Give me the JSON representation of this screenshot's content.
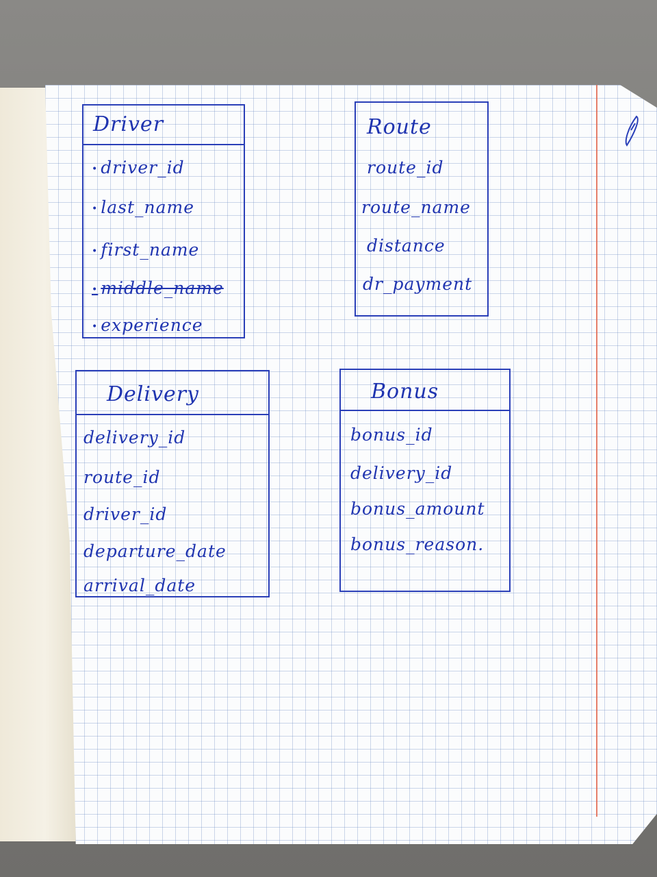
{
  "tables": [
    {
      "title": "Driver",
      "fields": [
        "driver_id",
        "last_name",
        "first_name",
        "middle_name",
        "experience"
      ]
    },
    {
      "title": "Route",
      "fields": [
        "route_id",
        "route_name",
        "distance",
        "dr_payment"
      ]
    },
    {
      "title": "Delivery",
      "fields": [
        "delivery_id",
        "route_id",
        "driver_id",
        "departure_date",
        "arrival_date"
      ]
    },
    {
      "title": "Bonus",
      "fields": [
        "bonus_id",
        "delivery_id",
        "bonus_amount",
        "bonus_reason."
      ]
    }
  ],
  "colors": {
    "ink": "#2a3fb8",
    "margin": "#e2674f",
    "grid": "#7896c8"
  }
}
